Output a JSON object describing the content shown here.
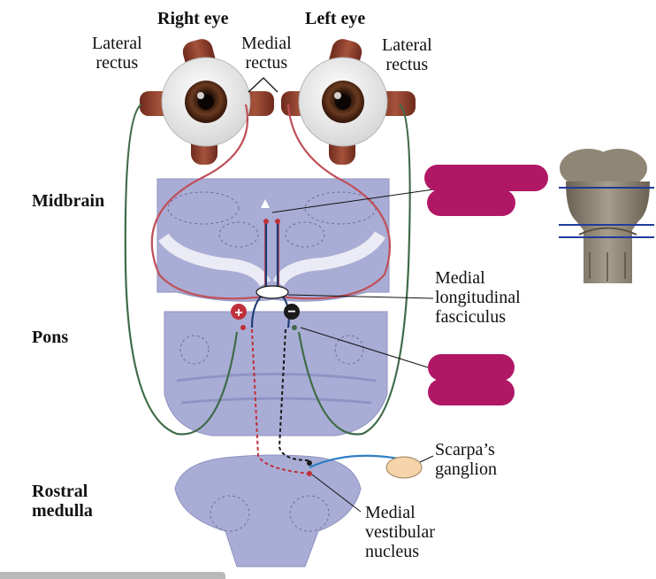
{
  "eyes": {
    "right_eye": "Right eye",
    "left_eye": "Left eye",
    "lateral_rectus": "Lateral\nrectus",
    "medial_rectus": "Medial\nrectus"
  },
  "regions": {
    "midbrain": "Midbrain",
    "pons": "Pons",
    "rostral_medulla": "Rostral\nmedulla"
  },
  "structures": {
    "mlf": "Medial\nlongitudinal\nfasciculus",
    "scarpas_ganglion": "Scarpa’s\nganglion",
    "medial_vestibular_nucleus": "Medial\nvestibular\nnucleus"
  },
  "signs": {
    "plus": "+",
    "minus": "−"
  },
  "colors": {
    "excitatory": "#c0303a",
    "inhibitory": "#1a1a1a",
    "abducens_path": "#3f6b47",
    "oculomotor_path": "#c0505a",
    "vestibular_nerve": "#2f7ec4",
    "redaction": "#b01866",
    "section_tissue": "#a9add5",
    "muscle": "#8a3a2a"
  }
}
